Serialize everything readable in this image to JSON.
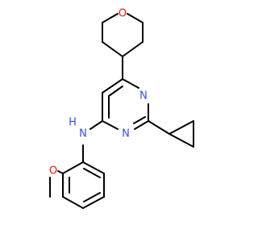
{
  "atoms": {
    "pyran_o": "O",
    "pyrimidine_n3": "N",
    "pyrimidine_n1": "N",
    "amine_n": "N",
    "amine_h": "H",
    "methoxy_o": "O"
  },
  "colors": {
    "nitrogen": "#3050F8",
    "oxygen": "#FF0D0D",
    "bond": "#000000",
    "background": "#FFFFFF"
  }
}
